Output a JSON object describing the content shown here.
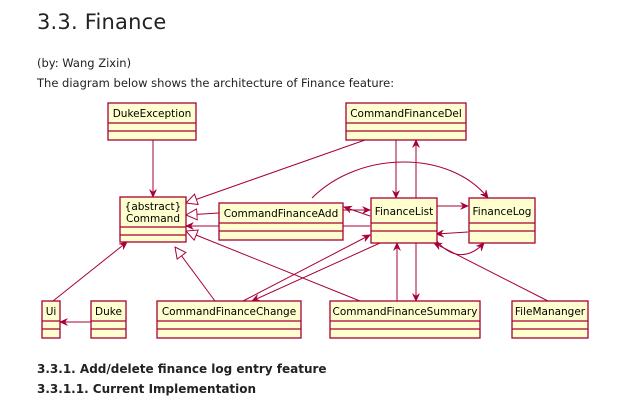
{
  "header": {
    "title": "3.3. Finance",
    "byline": "(by: Wang Zixin)",
    "intro": "The diagram below shows the architecture of Finance feature:"
  },
  "diagram": {
    "colors": {
      "box_fill": "#FEFECE",
      "box_border": "#A80036",
      "edge": "#A80036"
    },
    "classes": {
      "duke_exception": "DukeException",
      "command_finance_del": "CommandFinanceDel",
      "command_abstract_stereotype": "{abstract}",
      "command": "Command",
      "command_finance_add": "CommandFinanceAdd",
      "finance_list": "FinanceList",
      "finance_log": "FinanceLog",
      "ui": "Ui",
      "duke": "Duke",
      "command_finance_change": "CommandFinanceChange",
      "command_finance_summary": "CommandFinanceSummary",
      "file_manager": "FileMananger"
    }
  },
  "sections": {
    "sub_heading_1": "3.3.1. Add/delete finance log entry feature",
    "sub_heading_2": "3.3.1.1. Current Implementation"
  }
}
